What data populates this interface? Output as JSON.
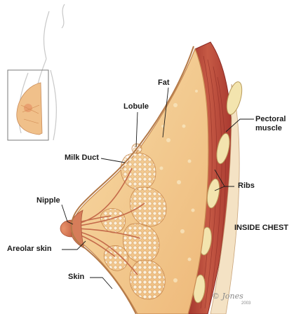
{
  "labels": {
    "fat": "Fat",
    "lobule": "Lobule",
    "pectoral_muscle": "Pectoral\nmuscle",
    "milk_duct": "Milk Duct",
    "ribs": "Ribs",
    "nipple": "Nipple",
    "inside_chest": "INSIDE CHEST",
    "areolar_skin": "Areolar skin",
    "skin": "Skin"
  },
  "signature": {
    "mark": "© Jones",
    "year": "2003"
  },
  "colors": {
    "muscle": "#b4473a",
    "fat": "#f3c98a",
    "tissue": "#e9a868",
    "rib": "#f1e3a8",
    "outline": "#b07a4a"
  }
}
